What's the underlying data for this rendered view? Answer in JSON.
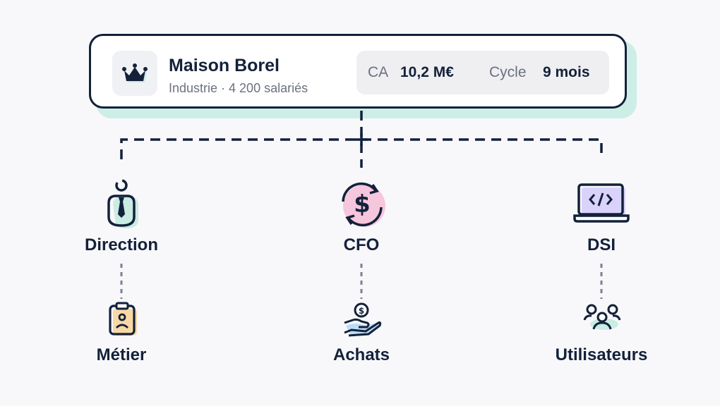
{
  "company": {
    "name": "Maison Borel",
    "subtitle": "Industrie · 4 200 salariés",
    "logo_icon": "crown-icon",
    "stats": [
      {
        "label": "CA",
        "value": "10,2 M€"
      },
      {
        "label": "Cycle",
        "value": "9 mois"
      }
    ]
  },
  "stakeholders": [
    {
      "label": "Direction",
      "icon": "executive-icon",
      "child": {
        "label": "Métier",
        "icon": "clipboard-badge-icon"
      }
    },
    {
      "label": "CFO",
      "icon": "dollar-cycle-icon",
      "child": {
        "label": "Achats",
        "icon": "hand-coin-icon"
      }
    },
    {
      "label": "DSI",
      "icon": "laptop-code-icon",
      "child": {
        "label": "Utilisateurs",
        "icon": "users-group-icon"
      }
    }
  ],
  "colors": {
    "ink": "#13213a",
    "muted": "#6b7180",
    "mint": "#cdeee6",
    "pink": "#f6c6dc",
    "lavender": "#d9d2fb",
    "peach": "#f8d9a4",
    "sky": "#bcdcf8",
    "dotted": "#7c8192"
  }
}
